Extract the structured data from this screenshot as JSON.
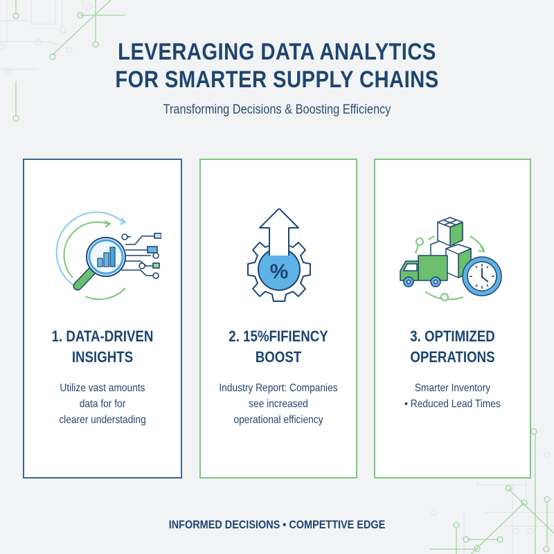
{
  "header": {
    "title_line1": "LEVERAGING DATA ANALYTICS",
    "title_line2": "FOR SMARTER SUPPLY CHAINS",
    "subtitle": "Transforming Decisions & Boosting Efficiency"
  },
  "cards": [
    {
      "icon": "magnifier-bar-chart-icon",
      "title_line1": "1. DATA-DRIVEN",
      "title_line2": "INSIGHTS",
      "body_lines": [
        "Utilize vast amounts",
        "data for for",
        "clearer understading"
      ],
      "border_color": "#3a6596"
    },
    {
      "icon": "gear-percent-arrow-icon",
      "title_line1": "2. 15%FIFIENCY",
      "title_line2": "BOOST",
      "body_lines": [
        "Industry Report: Companies",
        "see increased",
        "operational efficiency"
      ],
      "border_color": "#7ec77e"
    },
    {
      "icon": "truck-boxes-clock-icon",
      "title_line1": "3. OPTIMIZED",
      "title_line2": "OPERATIONS",
      "body_lines": [
        "Smarter Inventory",
        "• Reduced Lead Times"
      ],
      "border_color": "#7ec77e"
    }
  ],
  "footer": {
    "text": "INFORMED DECISIONS • COMPETTIVE EDGE"
  },
  "colors": {
    "navy": "#1d4570",
    "blue_accent": "#4aa3df",
    "green_accent": "#6cbf6c",
    "background": "#f2f3f5"
  }
}
